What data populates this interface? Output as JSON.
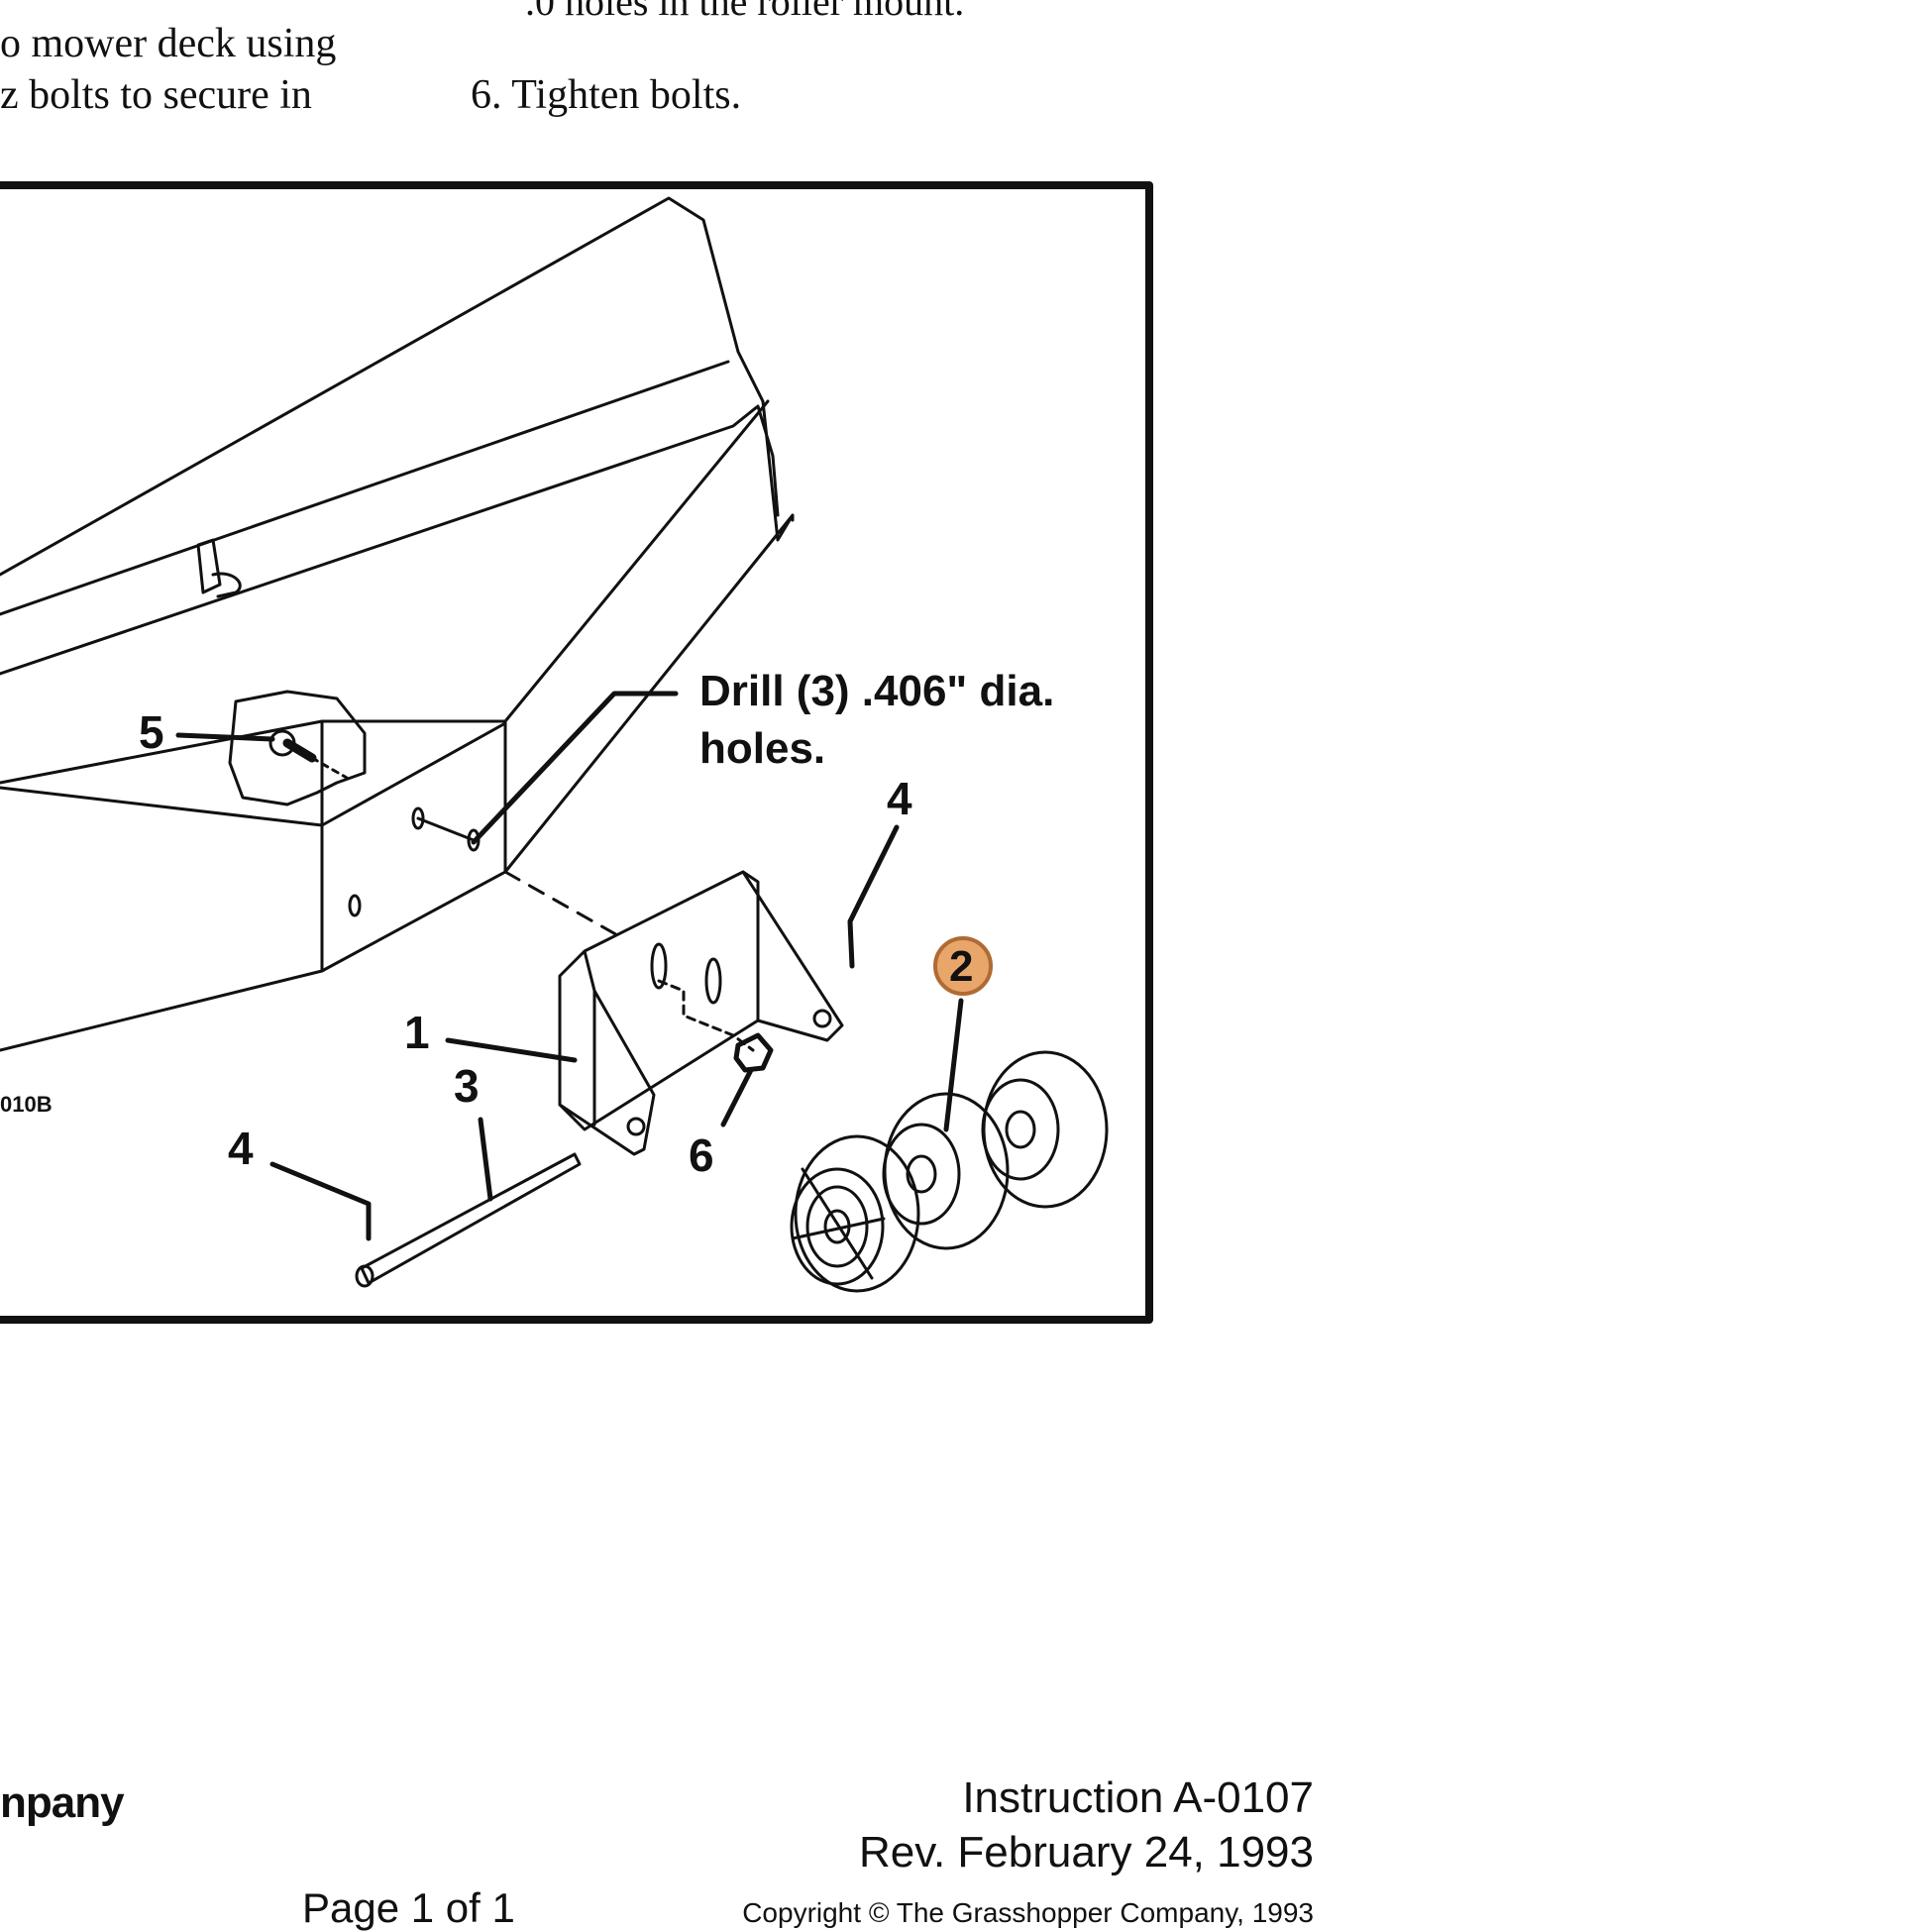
{
  "document": {
    "text_top_fragment": ".0 holes in the roller mount.",
    "left_col_line1": "o mower deck using",
    "left_col_line2": "z bolts to secure in",
    "step6": "6. Tighten bolts."
  },
  "figure": {
    "drill_note_line1": "Drill (3) .406\" dia.",
    "drill_note_line2": "holes.",
    "figure_id": "010B",
    "callouts": {
      "c1": "1",
      "c2": "2",
      "c3": "3",
      "c4_top": "4",
      "c4_bottom": "4",
      "c5": "5",
      "c6": "6"
    },
    "highlight_color": "#e8a66b",
    "highlight_stroke": "#b06a33"
  },
  "footer": {
    "company_fragment": "npany",
    "instruction": "Instruction A-0107",
    "revision": "Rev. February 24, 1993",
    "page": "Page 1 of 1",
    "copyright": "Copyright © The Grasshopper Company, 1993"
  }
}
